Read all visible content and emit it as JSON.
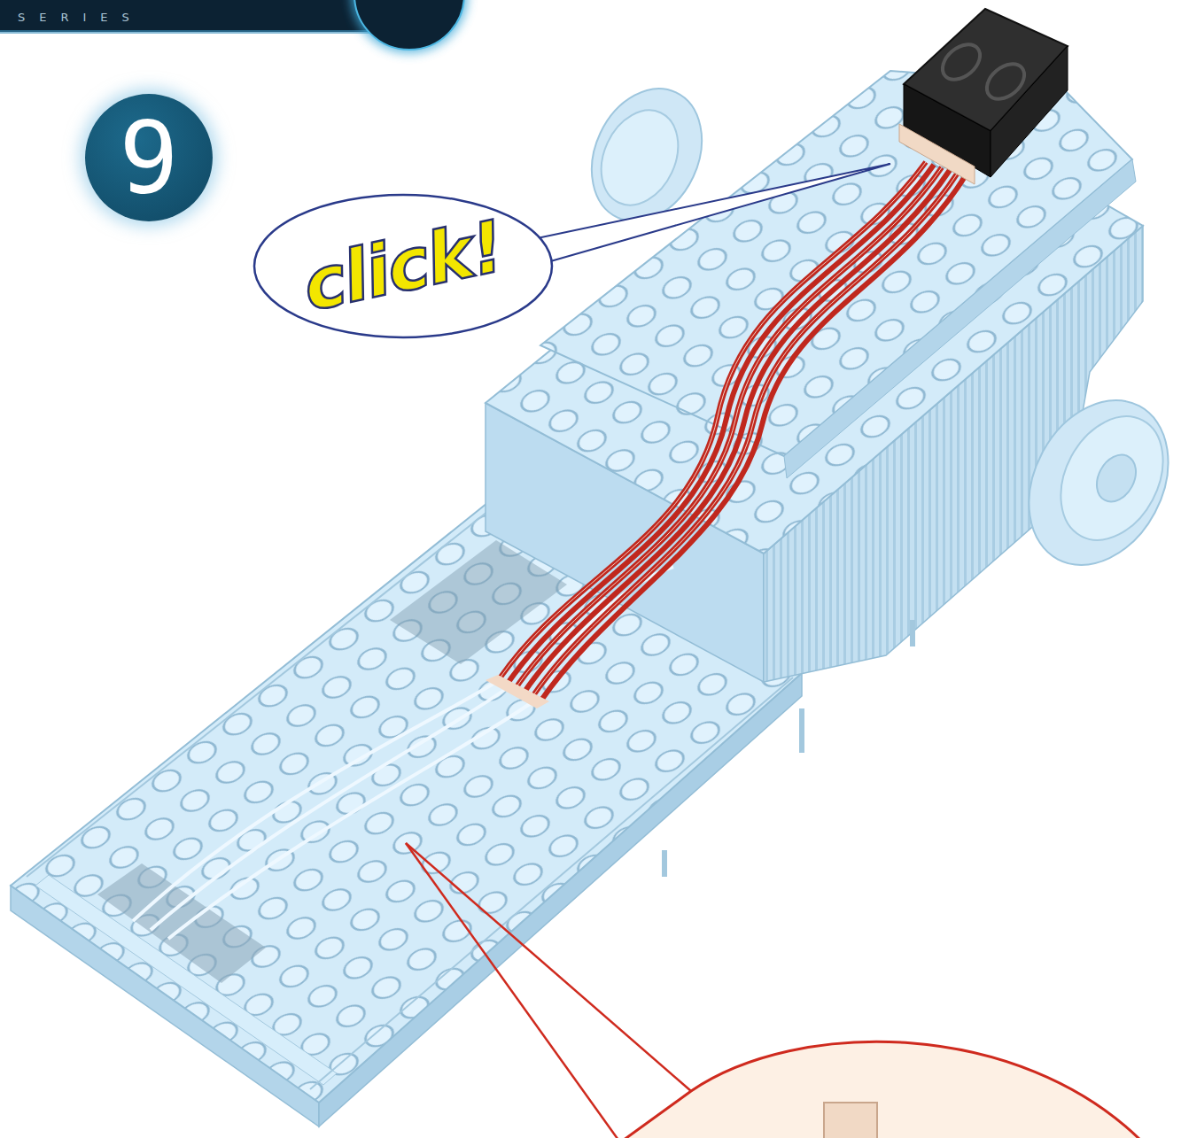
{
  "diagram": {
    "nodes": [
      {
        "text": [
          "9"
        ]
      },
      {
        "text": [
          "click!"
        ]
      }
    ],
    "labels": [
      "SERIES"
    ]
  }
}
